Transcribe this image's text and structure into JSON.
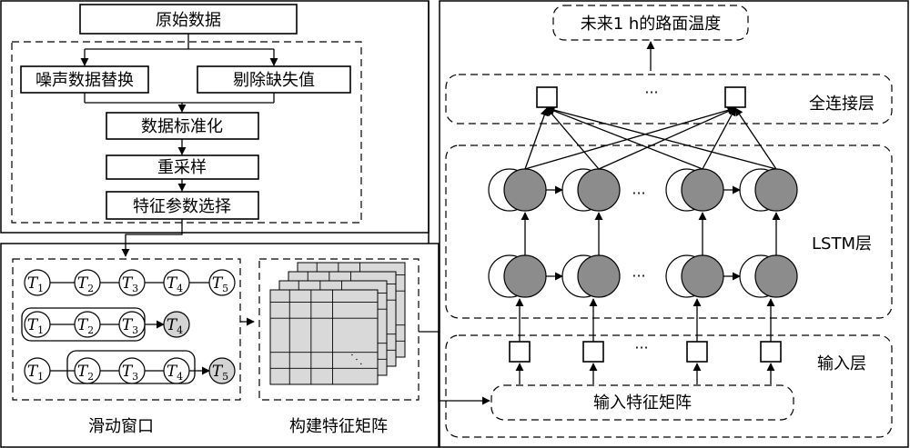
{
  "preprocess": {
    "raw_data": "原始数据",
    "noise_replace": "噪声数据替换",
    "remove_missing": "剔除缺失值",
    "standardize": "数据标准化",
    "resample": "重采样",
    "feature_select": "特征参数选择"
  },
  "window": {
    "title": "滑动窗口",
    "node_letter": "T",
    "row1": [
      "1",
      "2",
      "3",
      "4",
      "5"
    ],
    "row2": [
      "1",
      "2",
      "3",
      "4"
    ],
    "row3": [
      "1",
      "2",
      "3",
      "4",
      "5"
    ]
  },
  "matrix": {
    "title": "构建特征矩阵",
    "dots": "·  ·  ·"
  },
  "model": {
    "output": "未来1 h的路面温度",
    "fc_layer": "全连接层",
    "lstm_layer": "LSTM层",
    "input_layer": "输入层",
    "input_matrix": "输入特征矩阵",
    "ellipsis": "···"
  }
}
